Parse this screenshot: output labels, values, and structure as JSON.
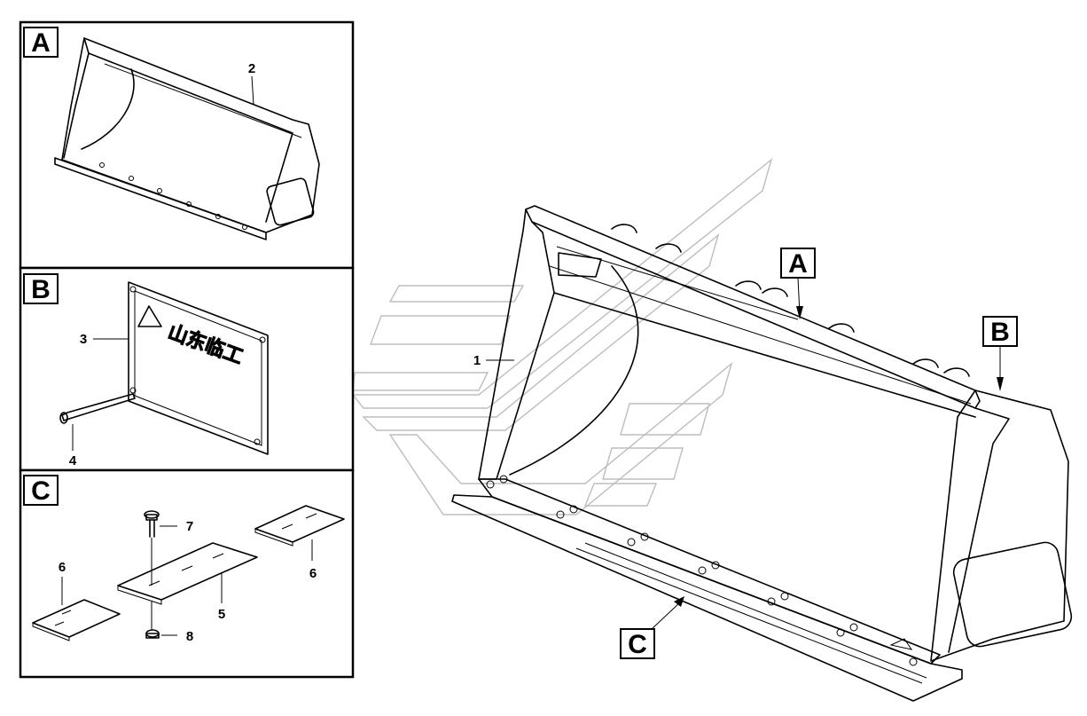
{
  "sections": {
    "a": {
      "label": "A"
    },
    "b": {
      "label": "B",
      "plate_text": "山东临工"
    },
    "c": {
      "label": "C"
    }
  },
  "main_callouts": {
    "a": "A",
    "b": "B",
    "c": "C"
  },
  "parts": {
    "p1": "1",
    "p2": "2",
    "p3": "3",
    "p4": "4",
    "p5": "5",
    "p6a": "6",
    "p6b": "6",
    "p7": "7",
    "p8": "8"
  }
}
